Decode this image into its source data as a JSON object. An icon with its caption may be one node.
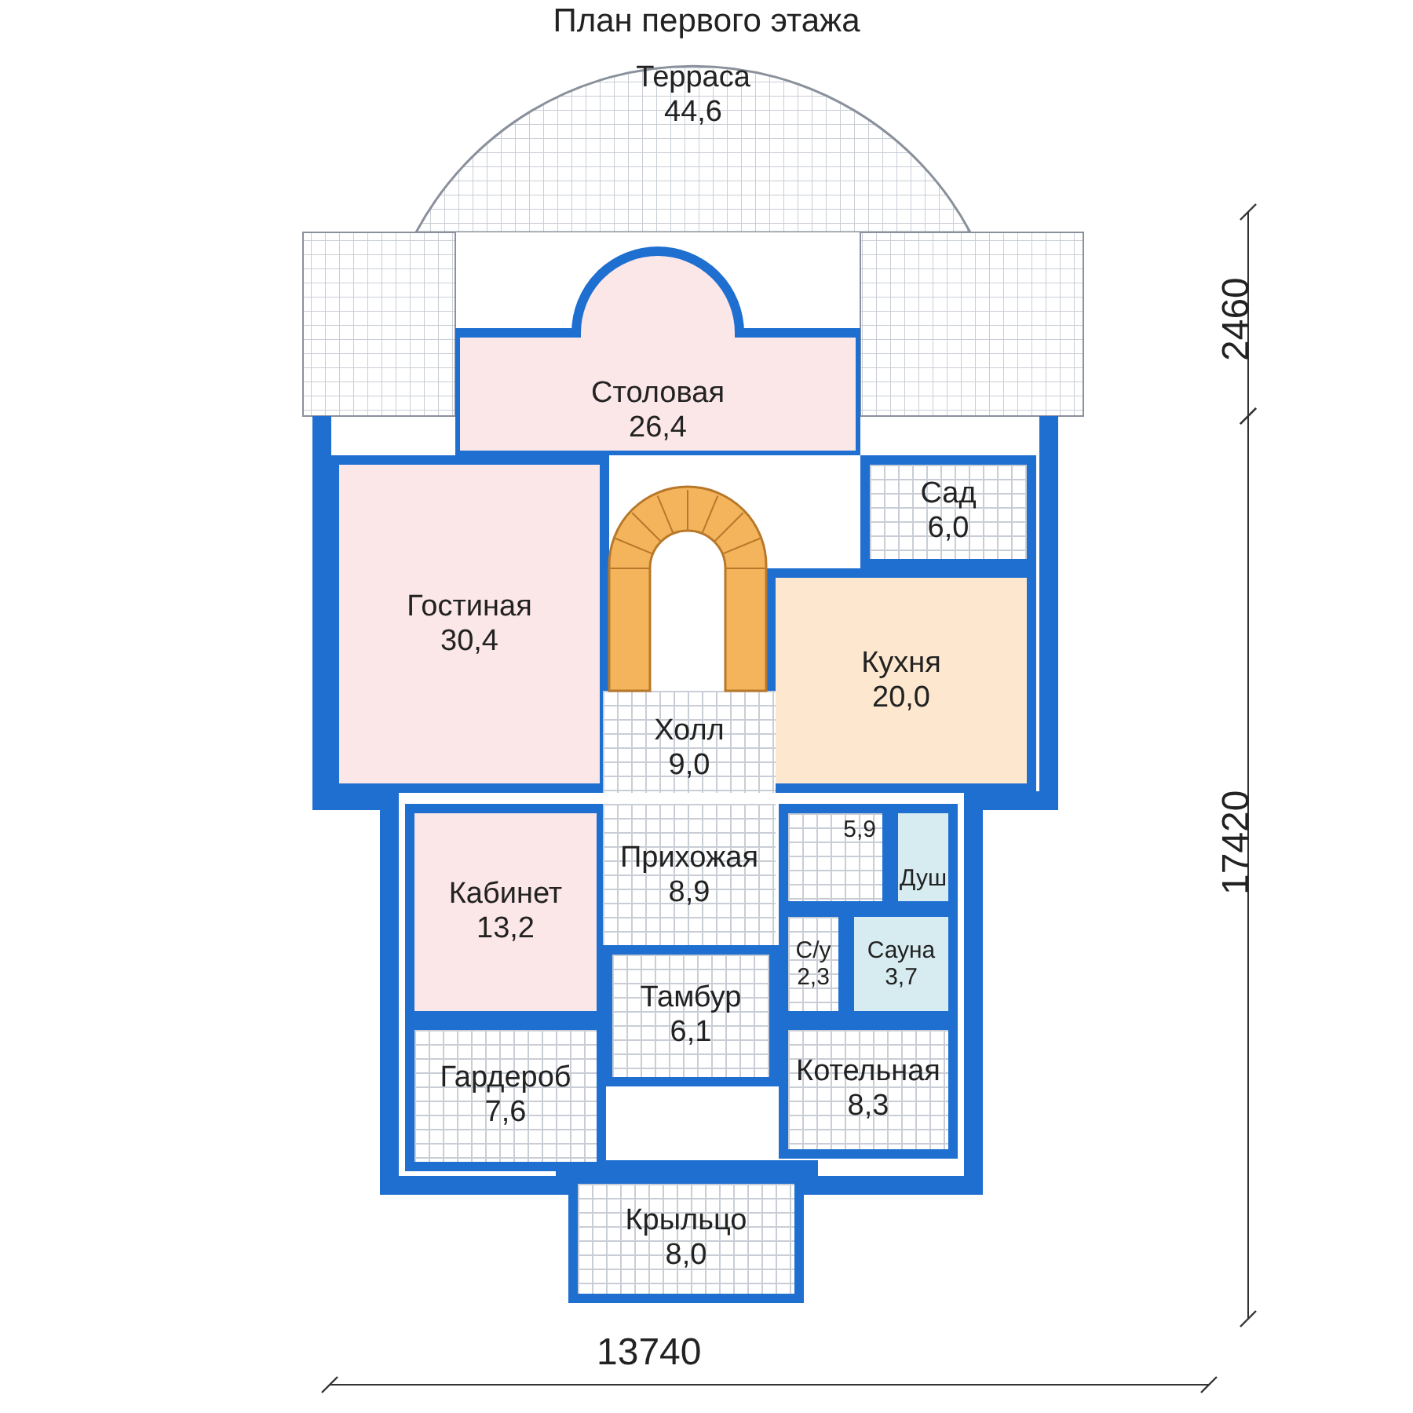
{
  "diagram": {
    "title": "План первого этажа",
    "nodes": [
      {
        "text": [
          "Терраса",
          "44,6"
        ]
      },
      {
        "text": [
          "Столовая",
          "26,4"
        ]
      },
      {
        "text": [
          "Сад",
          "6,0"
        ]
      },
      {
        "text": [
          "Гостиная",
          "30,4"
        ]
      },
      {
        "text": [
          "Кухня",
          "20,0"
        ]
      },
      {
        "text": [
          "Холл",
          "9,0"
        ]
      },
      {
        "text": [
          "5,9"
        ]
      },
      {
        "text": [
          "Душ"
        ]
      },
      {
        "text": [
          "Кабинет",
          "13,2"
        ]
      },
      {
        "text": [
          "Прихожая",
          "8,9"
        ]
      },
      {
        "text": [
          "С/у",
          "2,3"
        ]
      },
      {
        "text": [
          "Сауна",
          "3,7"
        ]
      },
      {
        "text": [
          "Тамбур",
          "6,1"
        ]
      },
      {
        "text": [
          "Гардероб",
          "7,6"
        ]
      },
      {
        "text": [
          "Котельная",
          "8,3"
        ]
      },
      {
        "text": [
          "Крыльцо",
          "8,0"
        ]
      }
    ],
    "edges": [],
    "labels": [
      "2460",
      "17420",
      "13740"
    ]
  }
}
